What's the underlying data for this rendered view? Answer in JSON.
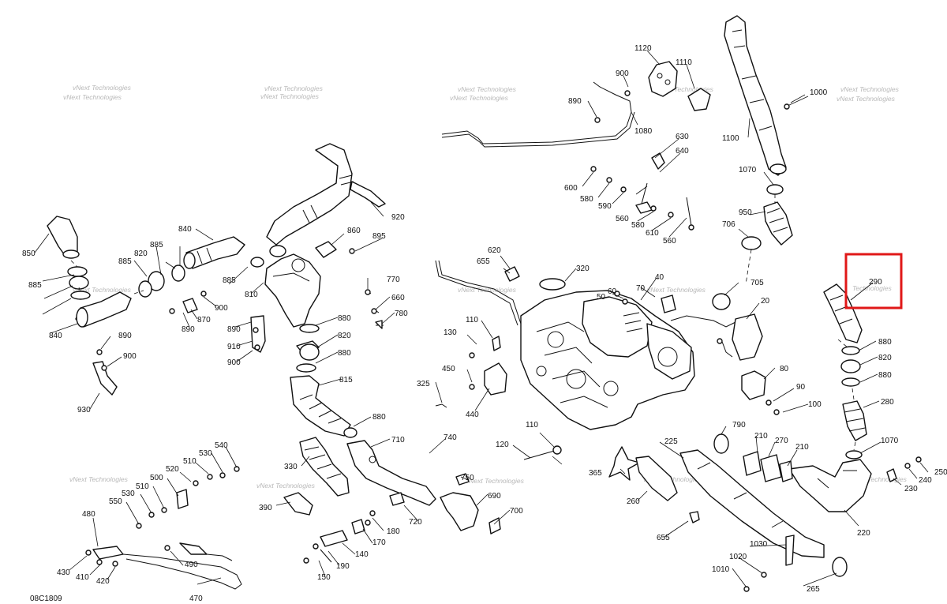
{
  "diagram": {
    "code": "08C1809",
    "watermark_line1": "vNext Technologies",
    "watermark_line2": "Technologies",
    "highlight_color": "#e01818",
    "highlighted_callout": "290"
  },
  "callouts": [
    "1120",
    "900",
    "1110",
    "890",
    "1080",
    "1000",
    "1100",
    "1070",
    "630",
    "640",
    "600",
    "580",
    "590",
    "560",
    "580",
    "610",
    "560",
    "950",
    "706",
    "920",
    "840",
    "860",
    "895",
    "850",
    "885",
    "820",
    "885",
    "885",
    "840",
    "890",
    "870",
    "900",
    "885",
    "810",
    "890",
    "910",
    "900",
    "880",
    "820",
    "880",
    "815",
    "770",
    "660",
    "780",
    "620",
    "655",
    "320",
    "40",
    "60",
    "70",
    "50",
    "705",
    "20",
    "290",
    "880",
    "820",
    "880",
    "280",
    "1070",
    "250",
    "240",
    "230",
    "220",
    "130",
    "110",
    "450",
    "325",
    "440",
    "80",
    "90",
    "100",
    "890",
    "900",
    "930",
    "880",
    "710",
    "740",
    "330",
    "390",
    "120",
    "110",
    "720",
    "750",
    "690",
    "700",
    "225",
    "260",
    "365",
    "790",
    "210",
    "270",
    "210",
    "655",
    "480",
    "550",
    "530",
    "510",
    "500",
    "520",
    "510",
    "530",
    "540",
    "430",
    "410",
    "420",
    "490",
    "470",
    "150",
    "190",
    "140",
    "170",
    "180",
    "1030",
    "1020",
    "1010",
    "265"
  ]
}
